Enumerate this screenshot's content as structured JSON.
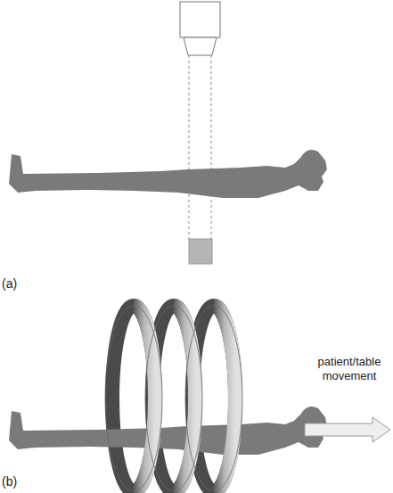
{
  "diagram": {
    "labels": [
      "(a)",
      "patient/table movement",
      "(b)"
    ]
  }
}
